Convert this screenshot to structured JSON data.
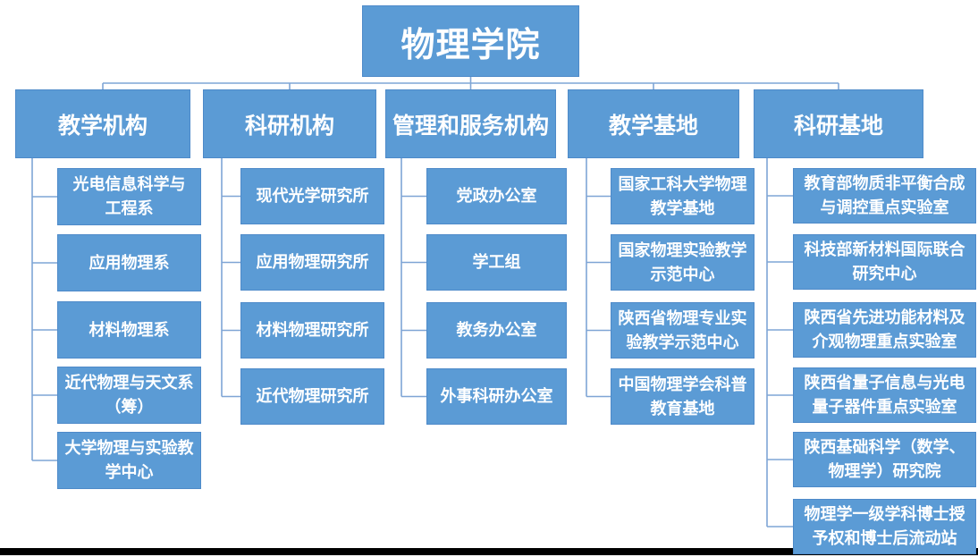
{
  "root": {
    "label": "物理学院"
  },
  "columns": [
    {
      "label": "教学机构",
      "children": [
        "光电信息科学与\n工程系",
        "应用物理系",
        "材料物理系",
        "近代物理与天文系\n（筹）",
        "大学物理与实验教\n学中心"
      ]
    },
    {
      "label": "科研机构",
      "children": [
        "现代光学研究所",
        "应用物理研究所",
        "材料物理研究所",
        "近代物理研究所"
      ]
    },
    {
      "label": "管理和服务机构",
      "children": [
        "党政办公室",
        "学工组",
        "教务办公室",
        "外事科研办公室"
      ]
    },
    {
      "label": "教学基地",
      "children": [
        "国家工科大学物理\n教学基地",
        "国家物理实验教学\n示范中心",
        "陕西省物理专业实\n验教学示范中心",
        "中国物理学会科普\n教育基地"
      ]
    },
    {
      "label": "科研基地",
      "children": [
        "教育部物质非平衡合成\n与调控重点实验室",
        "科技部新材料国际联合\n研究中心",
        "陕西省先进功能材料及\n介观物理重点实验室",
        "陕西省量子信息与光电\n量子器件重点实验室",
        "陕西基础科学（数学、\n物理学）研究院",
        "物理学一级学科博士授\n予权和博士后流动站"
      ]
    }
  ],
  "colors": {
    "box_fill": "#5b9bd5",
    "box_border": "#4e8ac9",
    "connector": "#7fa5d5",
    "text": "#ffffff",
    "bottom_bar": "#000000",
    "background": "#ffffff"
  }
}
